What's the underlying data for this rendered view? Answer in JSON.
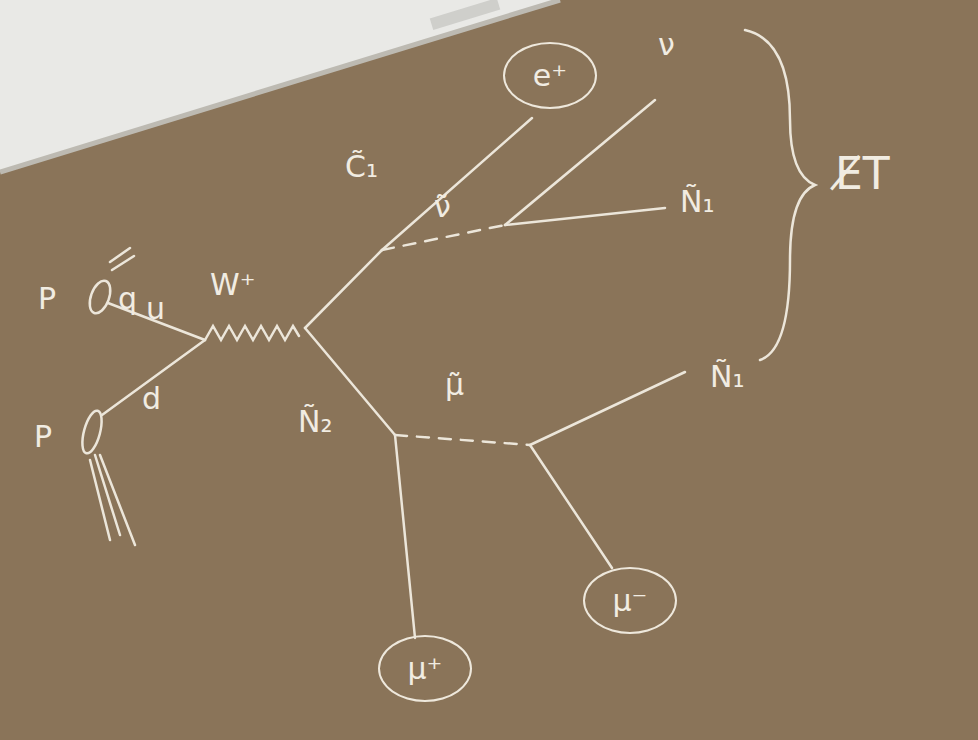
{
  "diagram": {
    "nodes": [
      {
        "text": [
          "e⁺"
        ]
      },
      {
        "text": [
          "μ⁺"
        ]
      },
      {
        "text": [
          "μ⁻"
        ]
      }
    ],
    "labels": [
      "P",
      "q",
      "u",
      "P",
      "d",
      "W⁺",
      "C̃₁",
      "ν̃",
      "ν",
      "Ñ₁",
      "μ̃",
      "Ñ₂",
      "Ñ₁",
      "E̸T"
    ]
  }
}
